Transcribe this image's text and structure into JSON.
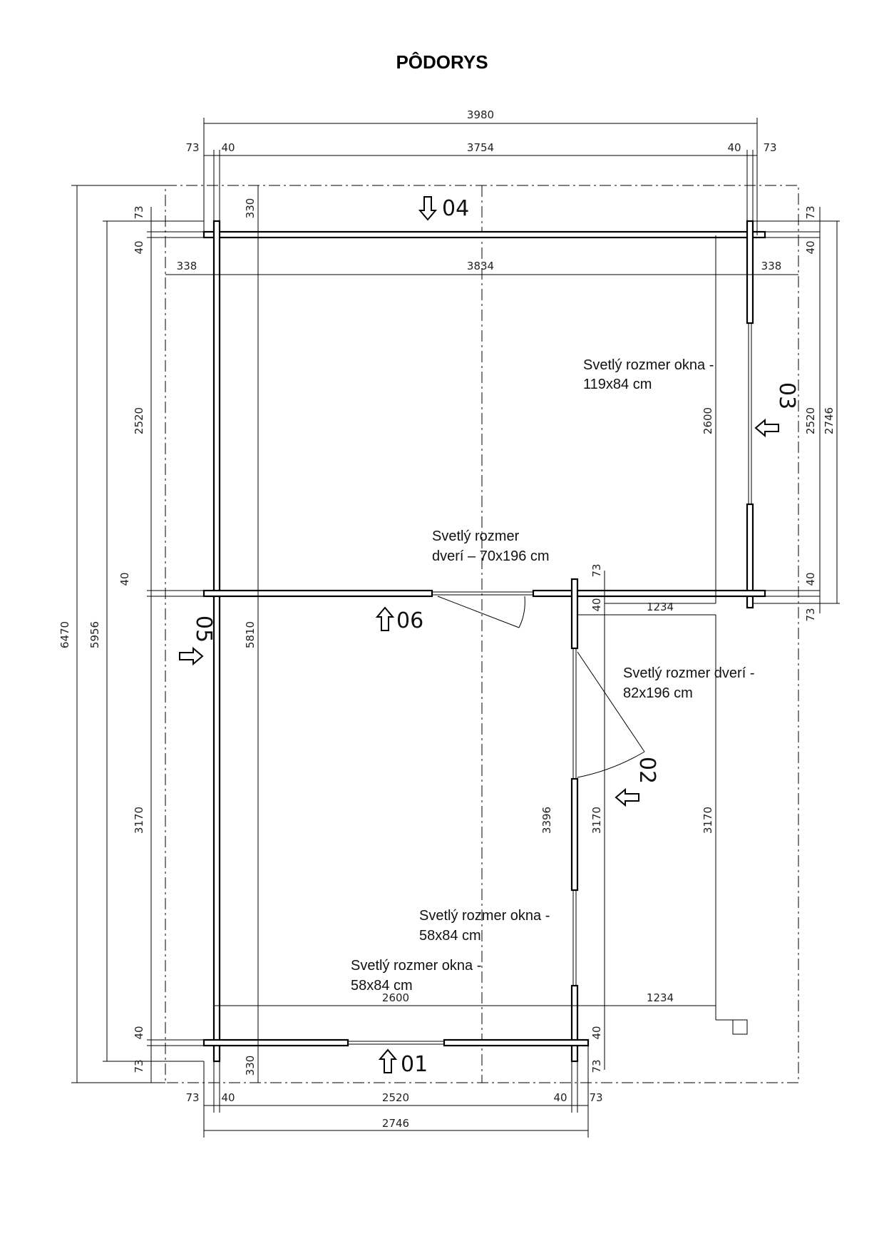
{
  "title": "PÔDORYS",
  "dims": {
    "top_total": "3980",
    "top_73_left": "73",
    "top_40_left": "40",
    "top_inner": "3754",
    "top_40_right": "40",
    "top_73_right": "73",
    "overhang_left": "338",
    "inner_width_top": "3834",
    "overhang_right": "338",
    "eave_330_top": "330",
    "left_73_top": "73",
    "left_40_top": "40",
    "left_2520": "2520",
    "left_40_mid": "40",
    "left_3170": "3170",
    "left_40_bottom": "40",
    "left_73_bottom": "73",
    "total_6470": "6470",
    "total_5956": "5956",
    "room_5810": "5810",
    "right_73_top": "73",
    "right_40_top": "40",
    "right_2520": "2520",
    "right_2746": "2746",
    "right_40_mid": "40",
    "right_73_mid": "73",
    "inner_2600_right": "2600",
    "step_73": "73",
    "step_40": "40",
    "step_1234": "1234",
    "side_3396": "3396",
    "side_3170": "3170",
    "terrace_3170": "3170",
    "bottom_2600": "2600",
    "bottom_1234": "1234",
    "bottom_40_right": "40",
    "bottom_73_right": "73",
    "eave_330_bottom": "330",
    "bot_73_left": "73",
    "bot_40_left": "40",
    "bot_inner": "2520",
    "bot_40_right": "40",
    "bot_73_right": "73",
    "bot_total": "2746"
  },
  "markers": {
    "m01": "01",
    "m02": "02",
    "m03": "03",
    "m04": "04",
    "m05": "05",
    "m06": "06"
  },
  "notes": {
    "window_right_1": "Svetlý rozmer okna -",
    "window_right_2": "119x84 cm",
    "door_inner_1": "Svetlý rozmer",
    "door_inner_2": "dverí – 70x196 cm",
    "door_side_1": "Svetlý rozmer dverí -",
    "door_side_2": "82x196 cm",
    "window_side_1": "Svetlý rozmer okna -",
    "window_side_2": "58x84 cm",
    "window_front_1": "Svetlý rozmer okna -",
    "window_front_2": "58x84 cm"
  }
}
